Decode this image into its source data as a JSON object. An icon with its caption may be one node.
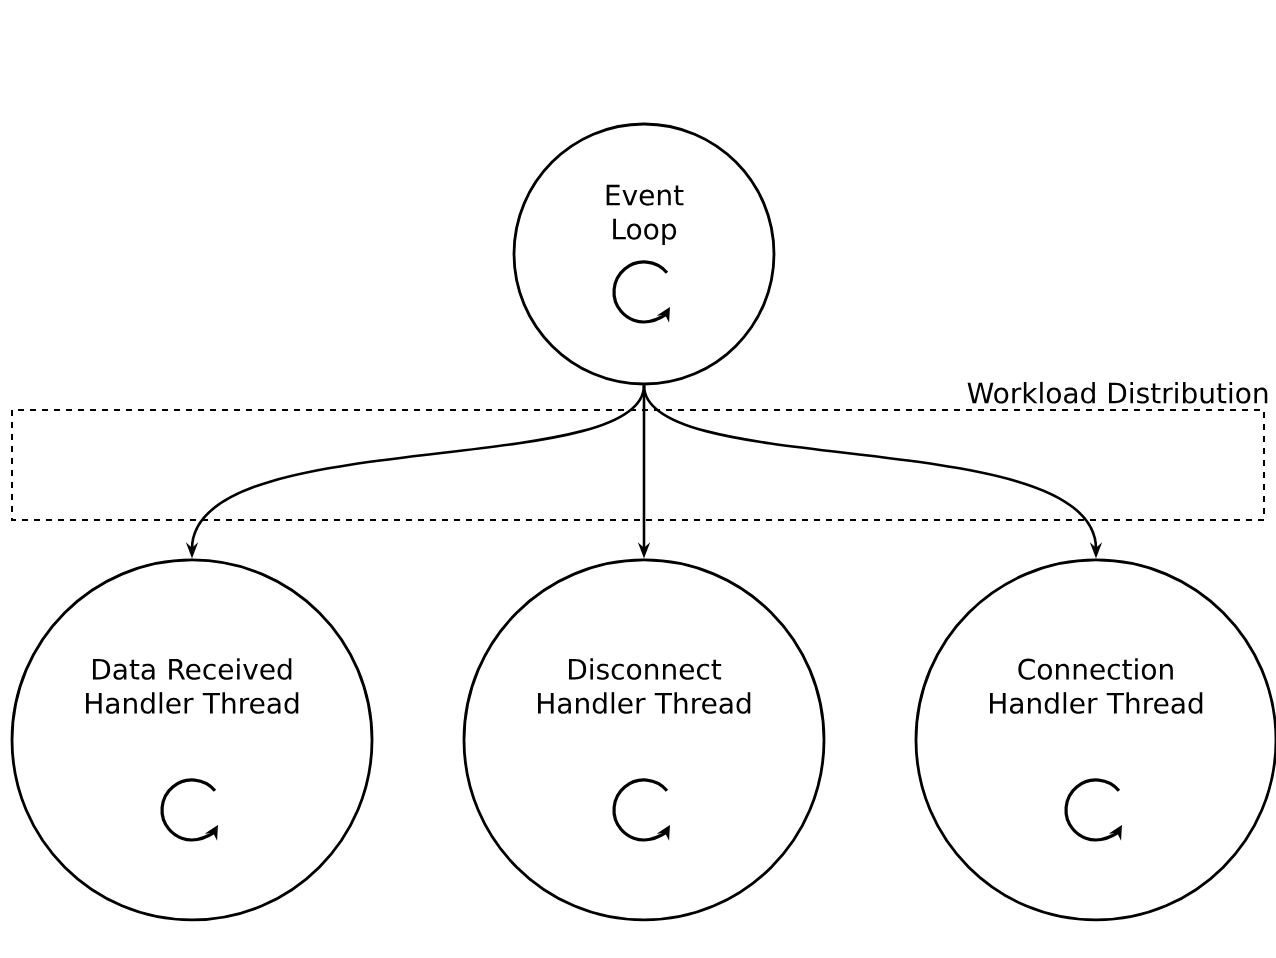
{
  "diagram": {
    "nodes": [
      {
        "text": [
          "Event Loop"
        ]
      },
      {
        "text": [
          "Data Received Handler Thread"
        ]
      },
      {
        "text": [
          "Disconnect Handler Thread"
        ]
      },
      {
        "text": [
          "Connection Handler Thread"
        ]
      }
    ],
    "edges": [
      {
        "from": 0,
        "to": 1,
        "arrow": "to"
      },
      {
        "from": 0,
        "to": 2,
        "arrow": "to"
      },
      {
        "from": 0,
        "to": 3,
        "arrow": "to"
      }
    ],
    "labels": [
      "Workload Distribution"
    ]
  }
}
